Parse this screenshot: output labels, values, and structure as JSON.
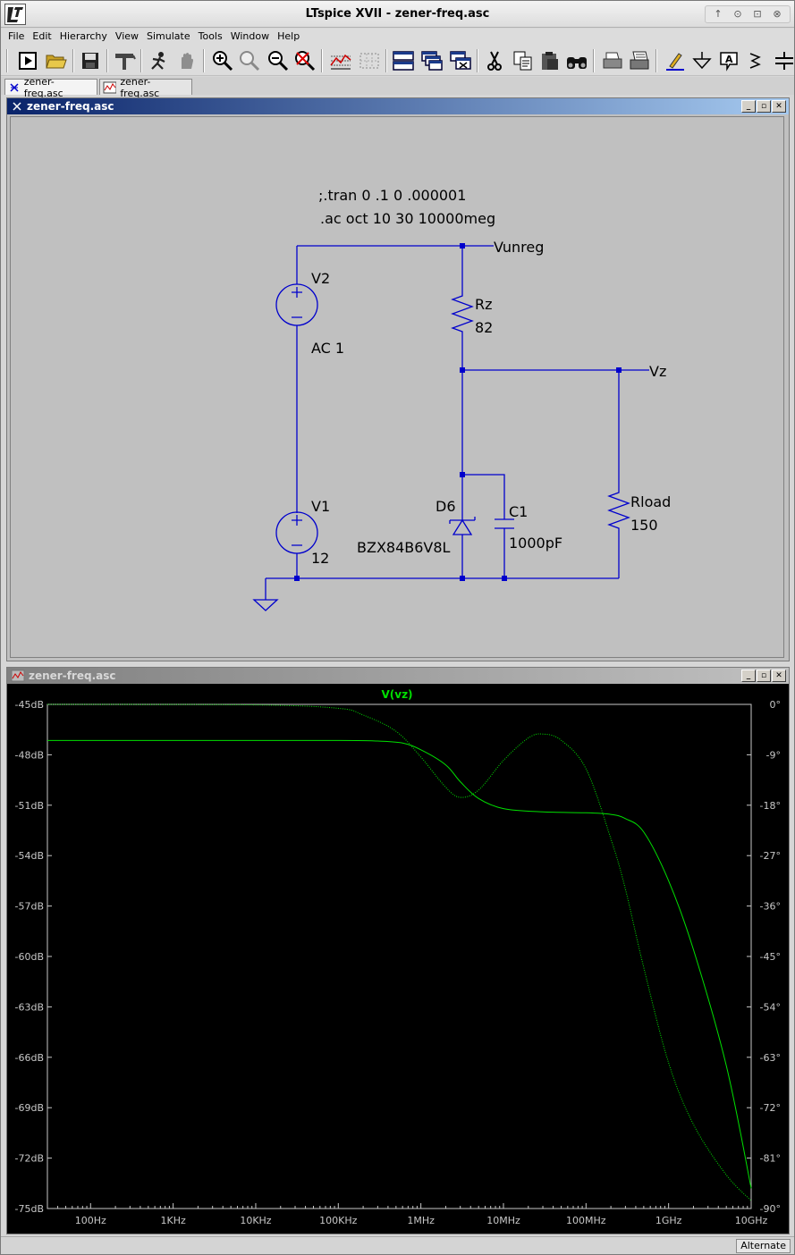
{
  "window": {
    "title": "LTspice XVII - zener-freq.asc"
  },
  "menu": [
    "File",
    "Edit",
    "Hierarchy",
    "View",
    "Simulate",
    "Tools",
    "Window",
    "Help"
  ],
  "toolbar": {
    "icons": [
      "control-panel-icon",
      "open-file-icon",
      "save-icon",
      "hammer-icon",
      "run-icon",
      "halt-icon",
      "zoom-in-icon",
      "zoom-pan-icon",
      "zoom-out-icon",
      "zoom-fit-icon",
      "autorange-icon",
      "gridlines-icon",
      "tile-horizontal-icon",
      "cascade-icon",
      "close-window-icon",
      "cut-icon",
      "copy-icon",
      "paste-icon",
      "find-icon",
      "print-preview-icon",
      "print-icon",
      "draw-wire-icon",
      "ground-icon",
      "label-net-icon",
      "resistor-icon",
      "capacitor-icon"
    ]
  },
  "tabs": [
    {
      "label": "zener-freq.asc",
      "icon": "schematic-icon"
    },
    {
      "label": "zener-freq.asc",
      "icon": "waveform-icon"
    }
  ],
  "schematic_window": {
    "title": "zener-freq.asc",
    "directives": [
      ";.tran 0 .1 0 .000001",
      ".ac oct 10 30 10000meg"
    ],
    "components": {
      "v2_name": "V2",
      "v2_value": "AC 1",
      "v1_name": "V1",
      "v1_value": "12",
      "rz_name": "Rz",
      "rz_value": "82",
      "d6_name": "D6",
      "d6_model": "BZX84B6V8L",
      "c1_name": "C1",
      "c1_value": "1000pF",
      "rload_name": "Rload",
      "rload_value": "150"
    },
    "nets": {
      "vunreg": "Vunreg",
      "vz": "Vz"
    },
    "colors": {
      "wire": "#0000cc",
      "background": "#c0c0c0"
    }
  },
  "plot_window": {
    "title": "zener-freq.asc",
    "trace_label": "V(vz)"
  },
  "chart_data": {
    "type": "line",
    "title": "V(vz)",
    "x_scale": "log",
    "x_unit": "Hz",
    "xlim": [
      30,
      10000000000
    ],
    "x_ticks": [
      "100Hz",
      "1KHz",
      "10KHz",
      "100KHz",
      "1MHz",
      "10MHz",
      "100MHz",
      "1GHz",
      "10GHz"
    ],
    "y_left_ticks": [
      "-45dB",
      "-48dB",
      "-51dB",
      "-54dB",
      "-57dB",
      "-60dB",
      "-63dB",
      "-66dB",
      "-69dB",
      "-72dB",
      "-75dB"
    ],
    "y_right_ticks": [
      "0°",
      "-9°",
      "-18°",
      "-27°",
      "-36°",
      "-45°",
      "-54°",
      "-63°",
      "-72°",
      "-81°",
      "-90°"
    ],
    "ylim_left": [
      -75,
      -45
    ],
    "ylim_right": [
      -90,
      0
    ],
    "grid": false,
    "trace_color": "#00e000",
    "series": [
      {
        "name": "V(vz)",
        "axis": "magnitude",
        "style": "solid",
        "x": [
          30,
          1000,
          100000,
          300000,
          600000,
          1000000,
          2000000,
          3000000,
          5000000,
          10000000,
          30000000,
          100000000,
          200000000,
          300000000,
          500000000,
          1000000000,
          2000000000,
          5000000000,
          10000000000
        ],
        "values": [
          -47.15,
          -47.15,
          -47.15,
          -47.18,
          -47.3,
          -47.7,
          -48.6,
          -49.6,
          -50.6,
          -51.2,
          -51.4,
          -51.45,
          -51.55,
          -51.8,
          -52.6,
          -55.5,
          -59.6,
          -66.5,
          -73.8
        ]
      },
      {
        "name": "V(vz)",
        "axis": "phase",
        "style": "dotted",
        "x": [
          30,
          10000,
          100000,
          200000,
          500000,
          1000000,
          2000000,
          3000000,
          5000000,
          10000000,
          20000000,
          30000000,
          50000000,
          100000000,
          200000000,
          300000000,
          500000000,
          1000000000,
          2000000000,
          5000000000,
          10000000000
        ],
        "values": [
          0,
          -0.1,
          -0.7,
          -1.9,
          -4.8,
          -9.4,
          -14.8,
          -16.6,
          -15.3,
          -10.0,
          -6.0,
          -5.3,
          -6.4,
          -11.5,
          -24.0,
          -33.0,
          -47.0,
          -64.0,
          -75.0,
          -84.0,
          -88.6
        ]
      }
    ]
  },
  "status": {
    "mode": "Alternate"
  }
}
